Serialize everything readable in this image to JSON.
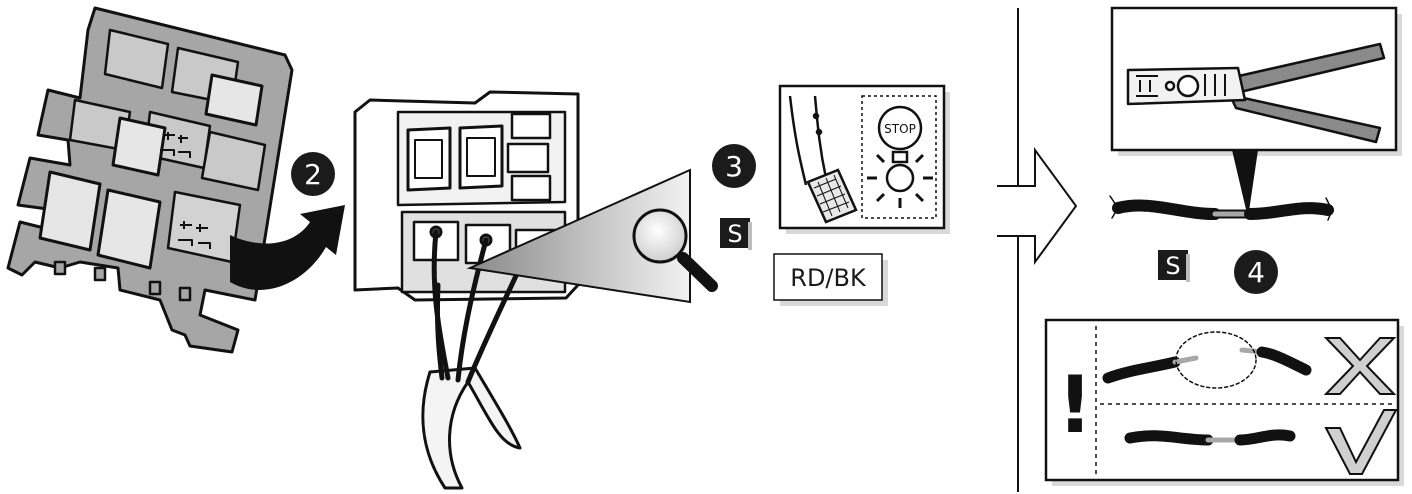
{
  "steps": {
    "step2": "2",
    "step3": "3",
    "step4": "4"
  },
  "badges": {
    "s_step3": "S",
    "s_step4": "S"
  },
  "labels": {
    "wire_color": "RD/BK",
    "stop_sign": "STOP",
    "warning": "!"
  },
  "icons": {
    "fuse_box": "fuse-relay-carrier-icon",
    "connector": "connector-harness-icon",
    "magnifier": "magnifying-glass-icon",
    "brake_pedal": "brake-pedal-icon",
    "brake_light": "brake-light-icon",
    "wire_stripper": "wire-stripper-icon",
    "wrong": "cross-mark-icon",
    "correct": "check-mark-icon"
  },
  "colors": {
    "ink": "#111111",
    "part_gray": "#9d9d9d",
    "relay_fill": "#e6e6e6",
    "badge_bg": "#1b1b1b",
    "bare_wire": "#a8a8a8"
  }
}
